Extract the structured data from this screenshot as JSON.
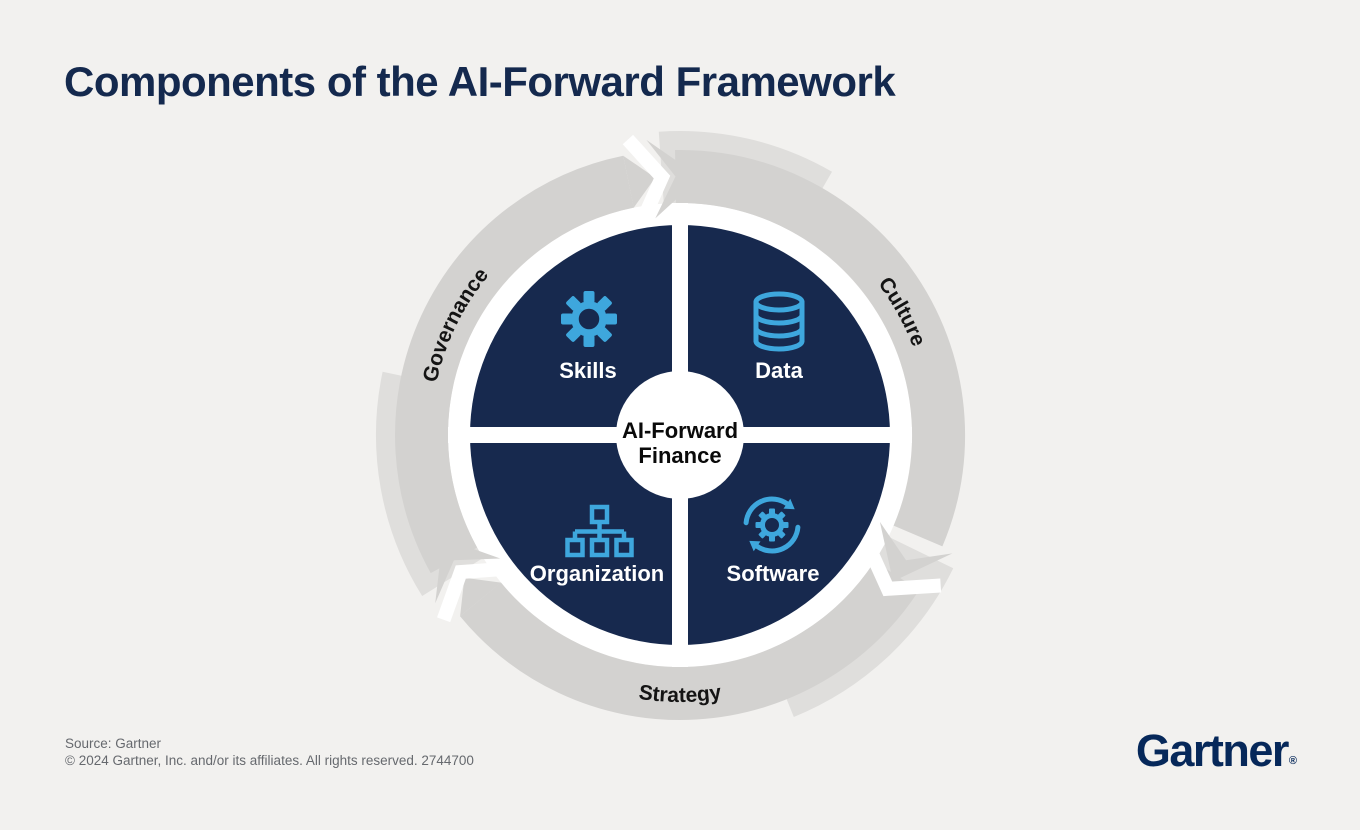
{
  "title": "Components of the AI-Forward Framework",
  "diagram": {
    "center_label": {
      "line1": "AI-Forward",
      "line2": "Finance"
    },
    "quadrants": [
      {
        "label": "Skills",
        "icon": "gear-icon"
      },
      {
        "label": "Data",
        "icon": "database-icon"
      },
      {
        "label": "Organization",
        "icon": "org-chart-icon"
      },
      {
        "label": "Software",
        "icon": "gear-sync-icon"
      }
    ],
    "ring_labels": [
      "Governance",
      "Culture",
      "Strategy"
    ],
    "colors": {
      "background": "#F2F1EF",
      "quadrant_navy": "#17294E",
      "icon_blue": "#3EA7DD",
      "ring_gray": "#D3D2D0",
      "ring_halo_gray": "#DFDEDC",
      "divider_white": "#FFFFFF",
      "title_navy": "#14294E",
      "logo_navy": "#06285A",
      "footer_gray": "#66696E"
    }
  },
  "footer": {
    "source_line": "Source: Gartner",
    "copyright_line": "© 2024 Gartner, Inc. and/or its affiliates. All rights reserved. 2744700"
  },
  "brand": {
    "wordmark": "Gartner",
    "registered_mark": "®"
  }
}
